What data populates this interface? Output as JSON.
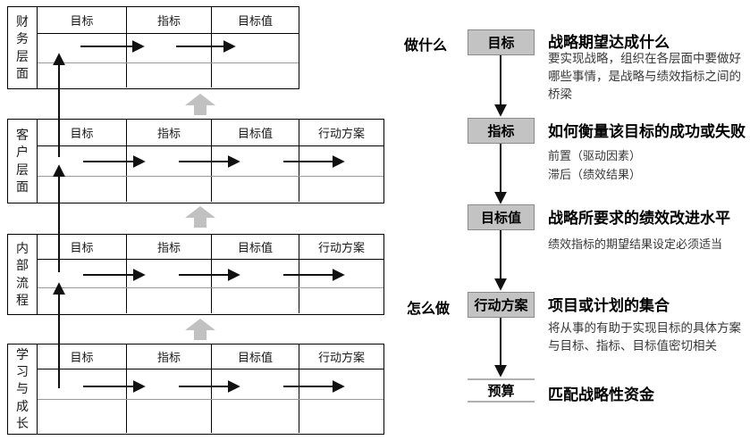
{
  "colors": {
    "node_fill": "#c3c3c3",
    "node_border": "#8a8a8a",
    "block_arrow_gray": "#c1c1c1",
    "table_border": "#000000",
    "gray_separator": "#999999",
    "budget_rule": "#b0b0b0"
  },
  "left_panel": {
    "tables": [
      {
        "label": "财务层面",
        "columns": [
          "目标",
          "指标",
          "目标值"
        ]
      },
      {
        "label": "客户层面",
        "columns": [
          "目标",
          "指标",
          "目标值",
          "行动方案"
        ]
      },
      {
        "label": "内部流程",
        "columns": [
          "目标",
          "指标",
          "目标值",
          "行动方案"
        ]
      },
      {
        "label": "学习与成长",
        "columns": [
          "目标",
          "指标",
          "目标值",
          "行动方案"
        ]
      }
    ]
  },
  "right_panel": {
    "question_what": "做什么",
    "question_how": "怎么做",
    "nodes": [
      {
        "box": "目标",
        "title": "战略期望达成什么",
        "desc": "要实现战略，组织在各层面中要做好哪些事情，是战略与绩效指标之间的桥梁"
      },
      {
        "box": "指标",
        "title": "如何衡量该目标的成功或失败",
        "desc_line1": "前置（驱动因素）",
        "desc_line2": "滞后（绩效结果）"
      },
      {
        "box": "目标值",
        "title": "战略所要求的绩效改进水平",
        "desc": "绩效指标的期望结果设定必须适当"
      },
      {
        "box": "行动方案",
        "title": "项目或计划的集合",
        "desc": "将从事的有助于实现目标的具体方案与目标、指标、目标值密切相关"
      },
      {
        "box": "预算",
        "title": "匹配战略性资金"
      }
    ]
  }
}
